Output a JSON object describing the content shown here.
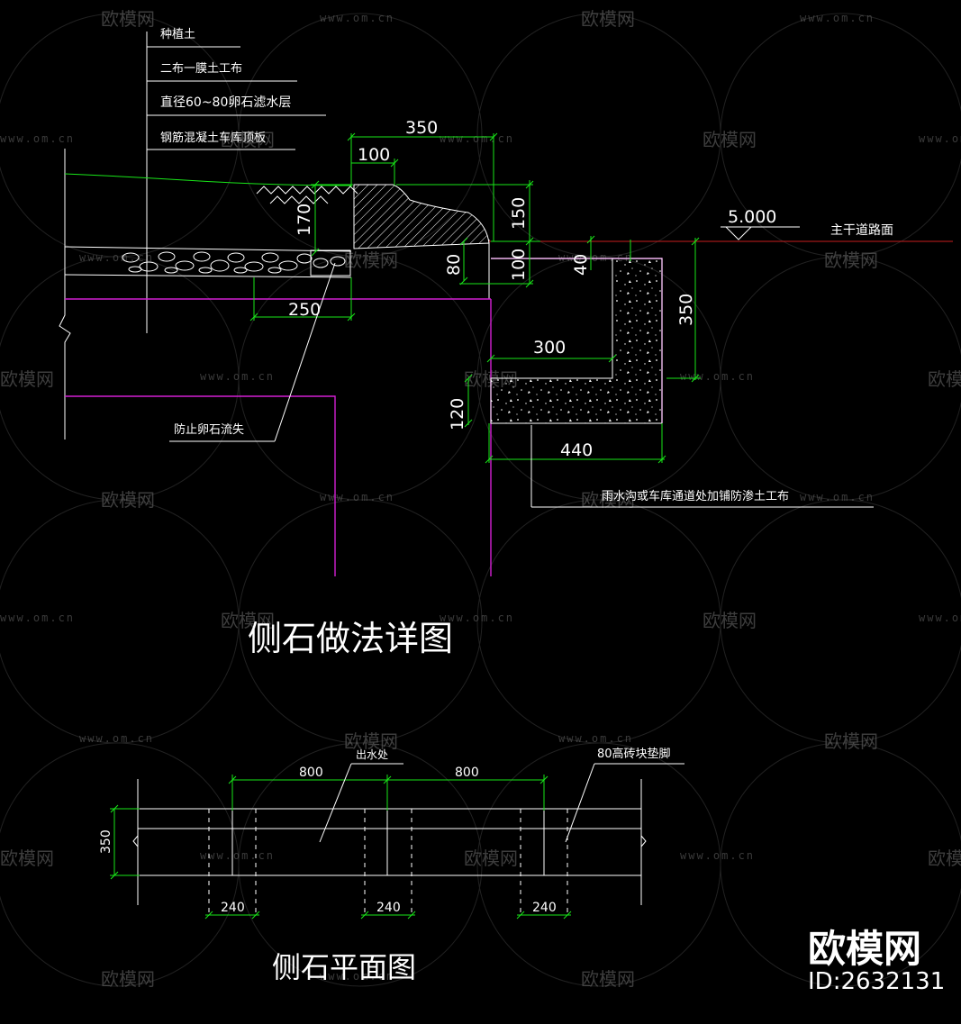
{
  "section_view": {
    "title": "侧石做法详图",
    "layer_callouts": [
      "种植土",
      "二布一膜土工布",
      "直径60~80卵石滤水层",
      "钢筋混凝土车库顶板"
    ],
    "note_pebble": "防止卵石流失",
    "note_membrane": "雨水沟或车库通道处加铺防渗土工布",
    "road_label": "主干道路面",
    "elevation": "5.000",
    "dims": {
      "d350_top": "350",
      "d100_top": "100",
      "d170": "170",
      "d150": "150",
      "d100_right": "100",
      "d80": "80",
      "d40": "40",
      "d250": "250",
      "d350_right": "350",
      "d300": "300",
      "d120": "120",
      "d440": "440"
    }
  },
  "plan_view": {
    "title": "侧石平面图",
    "label_outlet": "出水处",
    "label_brick": "80高砖块垫脚",
    "dims": {
      "d800_left": "800",
      "d800_right": "800",
      "d350": "350",
      "d240_1": "240",
      "d240_2": "240",
      "d240_3": "240"
    }
  },
  "brand": {
    "logo_text": "欧模网",
    "id_text": "ID:2632131",
    "watermark_text": "欧模网",
    "watermark_url": "www.om.cn"
  },
  "colors": {
    "background": "#000000",
    "dimension": "#19e619",
    "outline": "#ffffff",
    "slab": "#d21fd2",
    "road": "#c81e1e"
  }
}
